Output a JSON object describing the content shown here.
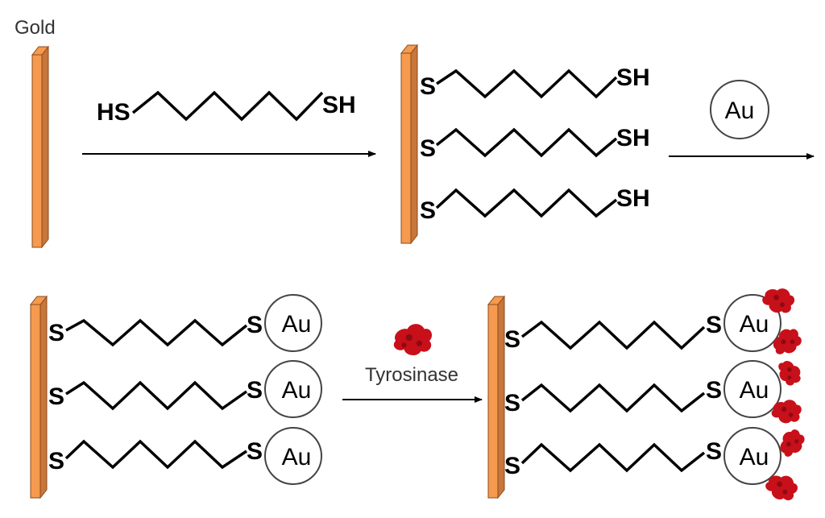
{
  "labels": {
    "gold": "Gold",
    "hs": "HS",
    "sh": "SH",
    "s": "S",
    "au": "Au",
    "tyrosinase": "Tyrosinase"
  },
  "colors": {
    "gold_face": "#f59a4e",
    "gold_side": "#c8763a",
    "gold_edge": "#8a4a1c",
    "enzyme": "#c8101a",
    "enzyme_dark": "#8e0a12"
  }
}
